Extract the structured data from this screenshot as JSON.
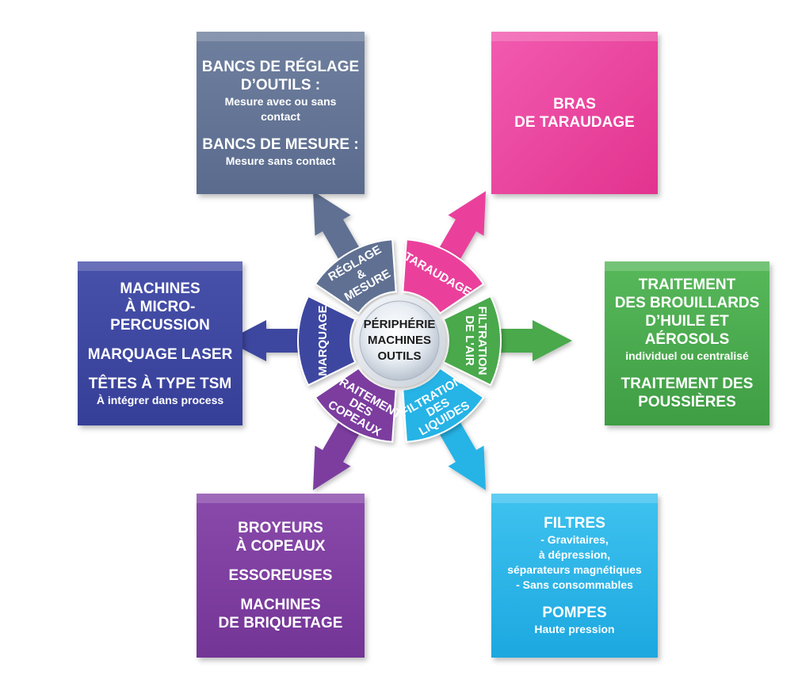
{
  "center": {
    "lines": [
      "PÉRIPHÉRIE",
      "MACHINES",
      "OUTILS"
    ]
  },
  "colors": {
    "reglage": "#5f6f92",
    "taraudage": "#ea3f9c",
    "filtration_air": "#48a94c",
    "filtration_liquides": "#27b3e6",
    "copeaux": "#7c3d9f",
    "marquage": "#3d47a0"
  },
  "sectors": [
    {
      "key": "reglage",
      "lines": [
        "RÉGLAGE",
        "&",
        "MESURE"
      ]
    },
    {
      "key": "taraudage",
      "lines": [
        "TARAUDAGE"
      ]
    },
    {
      "key": "filtration_air",
      "lines": [
        "FILTRATION",
        "DE L'AIR"
      ]
    },
    {
      "key": "filtration_liquides",
      "lines": [
        "FILTRATION",
        "DES",
        "LIQUIDES"
      ]
    },
    {
      "key": "copeaux",
      "lines": [
        "TRAITEMENT",
        "DES",
        "COPEAUX"
      ]
    },
    {
      "key": "marquage",
      "lines": [
        "MARQUAGE"
      ]
    }
  ],
  "boxes": {
    "reglage": {
      "title1": "BANCS DE RÉGLAGE",
      "title2": "D’OUTILS :",
      "sub1": "Mesure avec ou sans",
      "sub2": "contact",
      "title3": "BANCS DE MESURE :",
      "sub3": "Mesure sans contact"
    },
    "taraudage": {
      "title1": "BRAS",
      "title2": "DE TARAUDAGE"
    },
    "filtration_air": {
      "title1": "TRAITEMENT",
      "title2": "DES BROUILLARDS",
      "title3": "D’HUILE ET AÉROSOLS",
      "sub1": "individuel ou centralisé",
      "title4": "TRAITEMENT DES",
      "title5": "POUSSIÈRES"
    },
    "filtration_liquides": {
      "title1": "FILTRES",
      "sub1": "- Gravitaires,",
      "sub2": "à dépression,",
      "sub3": "séparateurs magnétiques",
      "sub4": "- Sans consommables",
      "title2": "POMPES",
      "sub5": "Haute pression"
    },
    "copeaux": {
      "title1": "BROYEURS",
      "title2": "À COPEAUX",
      "title3": "ESSOREUSES",
      "title4": "MACHINES",
      "title5": "DE BRIQUETAGE"
    },
    "marquage": {
      "title1": "MACHINES",
      "title2": "À MICRO-PERCUSSION",
      "title3": "MARQUAGE LASER",
      "title4": "TÊTES À TYPE TSM",
      "sub1": "À intégrer dans process"
    }
  }
}
